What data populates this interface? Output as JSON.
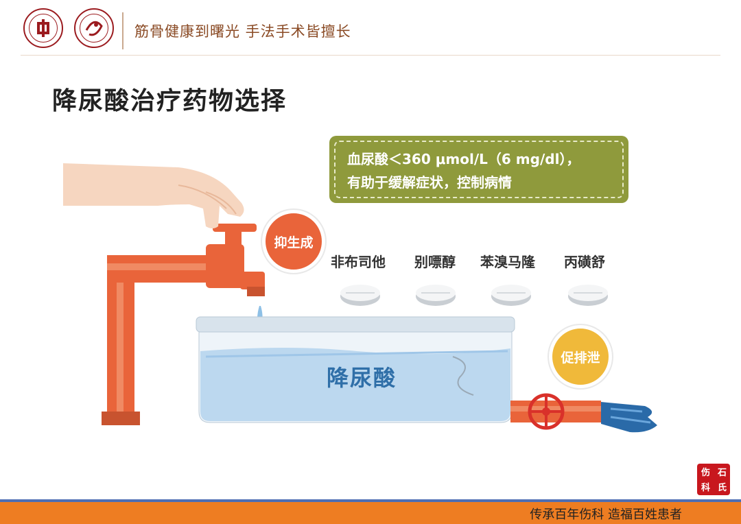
{
  "header": {
    "slogan": "筋骨健康到曙光  手法手术皆擅长"
  },
  "title": "降尿酸治疗药物选择",
  "callout": {
    "line1": "血尿酸＜360 μmol/L（6 mg/dl），",
    "line2": "有助于缓解症状，控制病情"
  },
  "badges": {
    "inhibit": "抑生成",
    "promote": "促排泄"
  },
  "drugs": [
    "非布司他",
    "别嘌醇",
    "苯溴马隆",
    "丙磺舒"
  ],
  "tank_label": "降尿酸",
  "footer": {
    "text": "传承百年伤科  造福百姓患者"
  },
  "seal": {
    "chars": [
      "石",
      "氏",
      "伤",
      "科"
    ]
  },
  "icons": {
    "hand": "hand-icon",
    "faucet": "faucet-icon",
    "pill": "pill-icon",
    "valve": "valve-icon"
  },
  "colors": {
    "pipe": "#e9643a",
    "callout": "#8f9a3c",
    "water": "#bcd8ef",
    "accent_orange": "#ee7d22",
    "accent_blue": "#4f6fb4",
    "seal": "#c8171e"
  }
}
